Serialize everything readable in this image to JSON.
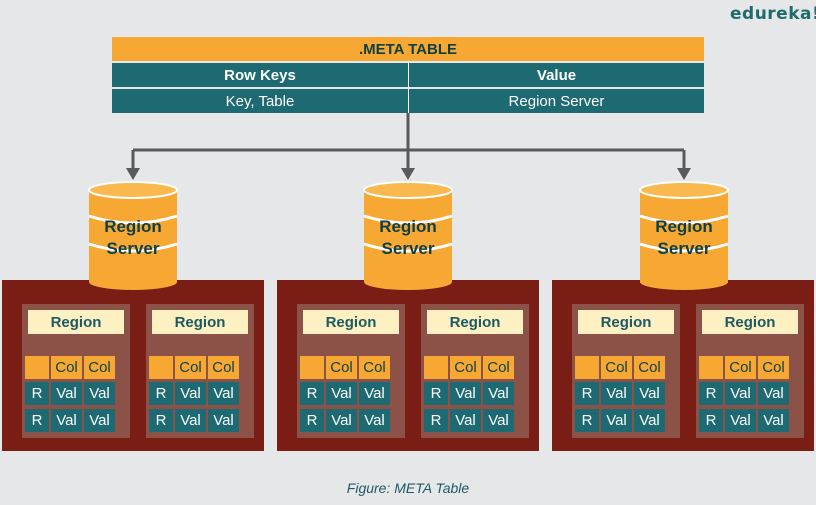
{
  "logo": "edureka!",
  "meta_table": {
    "title": ".META TABLE",
    "headers": [
      "Row Keys",
      "Value"
    ],
    "row": [
      "Key, Table",
      "Region Server"
    ]
  },
  "region_server_label_line1": "Region",
  "region_server_label_line2": "Server",
  "region_label": "Region",
  "col_label": "Col",
  "row_label": "R",
  "val_label": "Val",
  "caption": "Figure: META Table",
  "colors": {
    "orange": "#f7a833",
    "teal": "#1d6a73",
    "maroon": "#7a1d14",
    "region_card": "#8c5147",
    "region_title_bg": "#fdf0c2",
    "background": "#e6e7e8",
    "arrow": "#5a5a5a"
  }
}
